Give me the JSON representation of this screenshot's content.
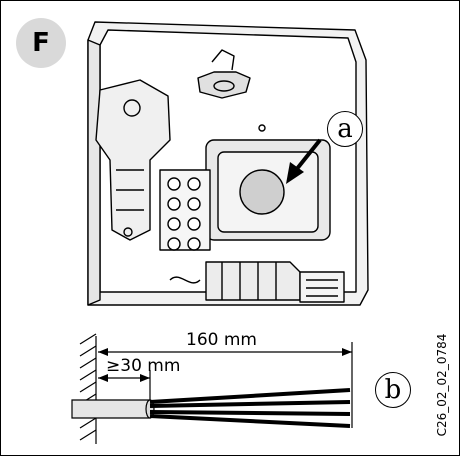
{
  "figure_letter": "F",
  "callouts": {
    "a": "a",
    "b": "b"
  },
  "dimensions": {
    "overall_length": "160 mm",
    "strip_length": "30 mm",
    "strip_prefix": "≥"
  },
  "image_code": "C26_02_02_0784"
}
